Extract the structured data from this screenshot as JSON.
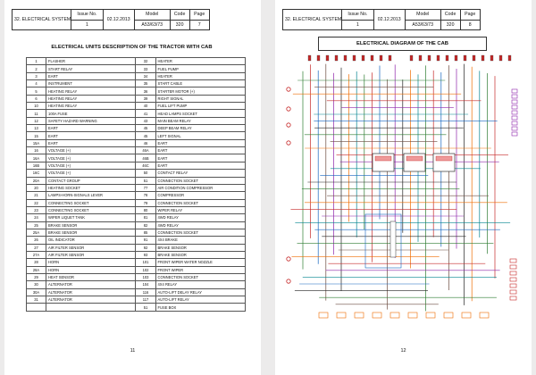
{
  "left_page": {
    "header": {
      "system": "32. ELECTRICAL SYSTEM",
      "issue_label": "Issue No.",
      "issue": "1",
      "date": "02.12.2013",
      "model_label": "Model",
      "model": "A53/63/73",
      "code_label": "Code",
      "code": "320",
      "page_label": "Page",
      "page": "7"
    },
    "title": "ELECTRICAL UNITS DESCRIPTION OF THE TRACTOR WITH CAB",
    "page_number": "11",
    "units_rows": [
      [
        "1",
        "FLASHER",
        "32",
        "HEATER"
      ],
      [
        "2",
        "START RELAY",
        "33",
        "FUEL PUMP"
      ],
      [
        "3",
        "EART",
        "34",
        "HEATER"
      ],
      [
        "4",
        "INSTRUMENT",
        "35",
        "START CABLE"
      ],
      [
        "5",
        "HEATING RELAY",
        "36",
        "STARTER MOTOR (+)"
      ],
      [
        "6",
        "HEATING RELAY",
        "39",
        "RIGHT SIGNAL"
      ],
      [
        "10",
        "HEATING RELAY",
        "40",
        "FUEL LIFT PUMP"
      ],
      [
        "11",
        "100A FUSE",
        "41",
        "HEAD LAMPS SOCKET"
      ],
      [
        "12",
        "SAFETY HAZARD WARNING",
        "43",
        "MAIN BEAM RELAY"
      ],
      [
        "13",
        "EART",
        "45",
        "DEEP BEAM RELAY"
      ],
      [
        "15",
        "EART",
        "45",
        "LEFT SIGNAL"
      ],
      [
        "15A",
        "EART",
        "46",
        "EART"
      ],
      [
        "16",
        "VOLTAGE (+)",
        "46A",
        "EART"
      ],
      [
        "16A",
        "VOLTAGE (+)",
        "46B",
        "EART"
      ],
      [
        "16B",
        "VOLTAGE (+)",
        "46C",
        "EART"
      ],
      [
        "16C",
        "VOLTAGE (+)",
        "50",
        "CONTACT RELAY"
      ],
      [
        "20A",
        "CONTACT GROUP",
        "51",
        "CONNECTION SOCKET"
      ],
      [
        "20",
        "HEATING SOCKET",
        "77",
        "AIR CONDITION COMPRESSOR"
      ],
      [
        "21",
        "LAMPS-HORN-SIGNALS LEVER",
        "78",
        "COMPRESSOR"
      ],
      [
        "22",
        "CONNECTING SOCKET",
        "79",
        "CONNECTION SOCKET"
      ],
      [
        "23",
        "CONNECTING SOCKET",
        "80",
        "WIPER RELAY"
      ],
      [
        "24",
        "WIPER LIQUET TANK",
        "81",
        "4WD RELAY"
      ],
      [
        "25",
        "BRAKE SENSOR",
        "82",
        "4WD RELAY"
      ],
      [
        "25A",
        "BRAKE SENSOR",
        "85",
        "CONNECTION SOCKET"
      ],
      [
        "26",
        "OIL INDICATOR",
        "91",
        "4X4 BRAKE"
      ],
      [
        "27",
        "AIR FILTER SENSOR",
        "92",
        "BRAKE SENSOR"
      ],
      [
        "27A",
        "AIR FILTER SENSOR",
        "93",
        "BRAKE SENSOR"
      ],
      [
        "28",
        "HORN",
        "101",
        "FRONT WIPER WATER NOZZLE"
      ],
      [
        "28A",
        "HORN",
        "102",
        "FRONT WIPER"
      ],
      [
        "29",
        "HEAT SENSOR",
        "103",
        "CONNECTION SOCKET"
      ],
      [
        "30",
        "ALTERNATOR",
        "104",
        "4X4 RELAY"
      ],
      [
        "30A",
        "ALTERNATOR",
        "116",
        "AUTO-LIFT DELAY RELAY"
      ],
      [
        "31",
        "ALTERNATOR",
        "117",
        "AUTO-LIFT RELAY"
      ],
      [
        "",
        "",
        "51",
        "FUSE BOX"
      ]
    ]
  },
  "right_page": {
    "header": {
      "system": "32. ELECTRICAL SYSTEM",
      "issue_label": "Issue No.",
      "issue": "1",
      "date": "02.12.2013",
      "model_label": "Model",
      "model": "A53/63/73",
      "code_label": "Code",
      "code": "320",
      "page_label": "Page",
      "page": "8"
    },
    "title": "ELECTRICAL DIAGRAM OF THE CAB",
    "page_number": "12",
    "diagram": {
      "wire_colors": [
        "#2e7d32",
        "#c62828",
        "#1565c0",
        "#6d4c41",
        "#8e24aa",
        "#222222",
        "#ef6c00",
        "#00838f"
      ]
    }
  }
}
